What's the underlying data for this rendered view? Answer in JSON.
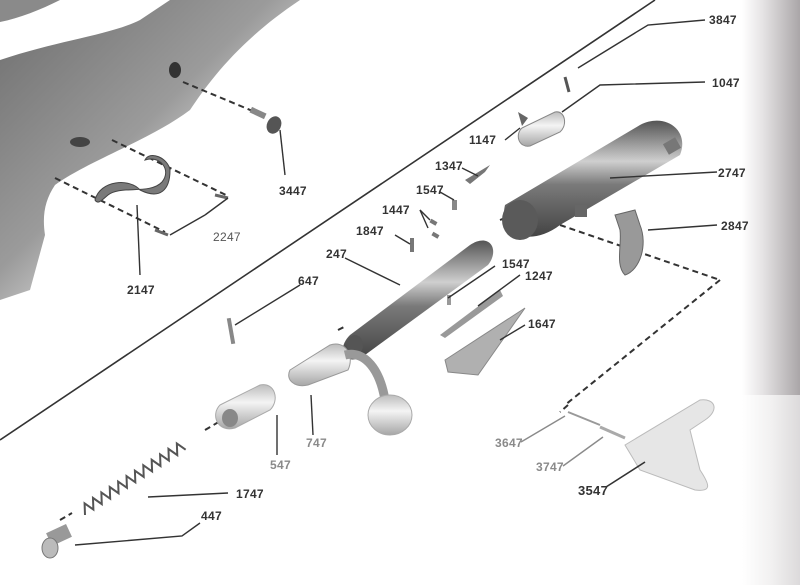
{
  "diagram": {
    "type": "exploded-parts-diagram",
    "subject": "rifle bolt and action assembly",
    "colors": {
      "background": "#ffffff",
      "ink": "#333333",
      "faded_ink": "#8a8a8a",
      "part_shade": "#9a9a9a",
      "stock_shade": "#7c7c7c"
    },
    "callouts": [
      {
        "id": "3847",
        "label": "3847"
      },
      {
        "id": "1047",
        "label": "1047"
      },
      {
        "id": "1147",
        "label": "1147"
      },
      {
        "id": "1347",
        "label": "1347"
      },
      {
        "id": "1547a",
        "label": "1547"
      },
      {
        "id": "2747",
        "label": "2747"
      },
      {
        "id": "1447",
        "label": "1447"
      },
      {
        "id": "1847",
        "label": "1847"
      },
      {
        "id": "2847",
        "label": "2847"
      },
      {
        "id": "247",
        "label": "247"
      },
      {
        "id": "1547b",
        "label": "1547"
      },
      {
        "id": "1247",
        "label": "1247"
      },
      {
        "id": "647",
        "label": "647"
      },
      {
        "id": "1647",
        "label": "1647"
      },
      {
        "id": "3447",
        "label": "3447"
      },
      {
        "id": "2247",
        "label": "2247"
      },
      {
        "id": "2147",
        "label": "2147"
      },
      {
        "id": "747",
        "label": "747"
      },
      {
        "id": "547",
        "label": "547"
      },
      {
        "id": "3647",
        "label": "3647"
      },
      {
        "id": "3747",
        "label": "3747"
      },
      {
        "id": "3547",
        "label": "3547"
      },
      {
        "id": "1747",
        "label": "1747"
      },
      {
        "id": "447",
        "label": "447"
      }
    ],
    "parts": [
      "stock",
      "trigger-guard",
      "guard-screws",
      "stock-bolt",
      "receiver",
      "bolt-body",
      "bolt-handle",
      "bolt-sleeve",
      "firing-pin-spring",
      "cocking-piece-screw",
      "extractor",
      "ejector",
      "trigger",
      "sear",
      "pins"
    ]
  }
}
